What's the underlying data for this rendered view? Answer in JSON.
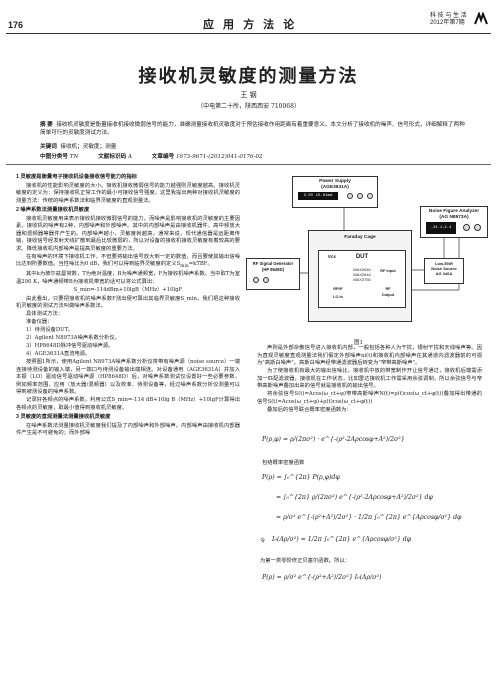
{
  "header": {
    "page_number": "176",
    "journal": "应 用 方 法 论",
    "issue_line1": "科 技 与 生 活",
    "issue_line2": "2012年第7期"
  },
  "title": "接收机灵敏度的测量方法",
  "author": "王  钢",
  "affiliation": "（中电第二十所，陕西西安  710068）",
  "abstract": {
    "label": "摘  要",
    "text": "接收机灵敏度是衡量接收机接收微弱信号的能力，准确测量接收机灵敏度对于预估接收作用距离有着重要意义。本文分析了接收机的噪声、信号形式，详细解释了两种简单可行的灵敏度测试方法。",
    "kw_label": "关键词",
    "keywords": "接收机；灵敏度；测量",
    "cls_label": "中图分类号",
    "cls": "TN",
    "doc_label": "文献标识码",
    "doc": "A",
    "id_label": "文章编号",
    "id": "1673-9671-(2012)041-0176-02"
  },
  "left": {
    "h1": "1  灵敏度是衡量电子接收机设备接收信号能力的指标",
    "p1": "接收机的性能影响灵敏度的大小。接收机接收微弱信号的能力越强则灵敏度越高。接收机灵敏度的定义为：保持接收机正常工作的最小可接收信号强度。这里我提出两种对接收机灵敏度的测量方法：传统的噪声系数法和临界灵敏度的直观测量法。",
    "h2": "2  噪声系数法测量接收机灵敏度",
    "p2": "接收机灵敏度用来表示接收机接收微弱信号的能力。而噪声是影响接收机的灵敏度的主要因素。接收机的噪声有2种，内部噪声和外部噪声。其中的内部噪声是由接收机器件、高中频放大器和混频器等器件产生的。内部噪声越小，灵敏度就越高。通常来说，现代通信器是远距离传输，接收信号经发射天线扩散到最后比较微弱的，所以对设备的接收机接收灵敏度有着较高的要求。降低接收机内部噪声是提高灵敏度的重要方法。",
    "p3": "在有噪声的环境下接收机工作，不但要将输出信号放大到一定的数值，而且要使其输出信噪比达到所要数值。当性噪比为0 dB，我们可以得到临界灵敏度的定义S",
    "p3b": "=kTBF。",
    "p4": "其中k为玻尔兹曼常数，T为绝对温度，B为噪声通频宽，F为接收机噪声系数。当中取T为室温290 K，噪声通频带B为接收机带宽的话可以将公式算出：",
    "eq1": "S_min=-114dBm+10lgB（MHz）+10lgF",
    "p5": "由此看出，只要把接收机的噪声系数F测出便可算出其临界灵敏度S_min。我们把这种接收机灵敏度的测试方法叫做噪声系数法。",
    "h3": "具体测试方法：",
    "sub": "准备仪器：",
    "i1": "1）待测设备DUT。",
    "i2": "2）Agilent N8973A噪声系数分析仪。",
    "i3": "3）HP8648D脉冲信号驱动噪声源。",
    "i4": "4）AGE3631A直流电源。",
    "p6": "按照图1所示，使用Agilent N8973A噪声系数分析仪将带有噪声源（noise source）一端连接待测设备的输入端，另一端口与待测设备输出端相连。对设备通电（AGE3631A）并加入本振（LO）驱动信号驱动噪声源（HP8648D）后，对噪声系数测试仪设置好一些必要参数，例如频率范围，应用（放大器/混频器）以及校准、待测设备等，经过噪声系数分析仪测量可以得到被测设备的噪声系数。",
    "p7": "记录好各频点的噪声系数，利用公式S_min=-114 dB+10lg B（MHz）+10lgF计算得出各频点的灵敏度，取最小值得到接收机灵敏度。",
    "h4": "3  灵敏度的直观测量法测量接收机灵敏度",
    "p8": "在噪声系数法测量接收机灵敏度我们提及了内部噪声和外部噪声。内部噪声由接收机内部器件产生是不可避免的；而外部噪"
  },
  "figure": {
    "caption": "图1",
    "power_supply": "Power Supply\n(AGE3631A)",
    "ps_screen": "3.0V  15.01mA",
    "nfa": "Noise Figure Analyzer\n(AG N8973A)",
    "rf_gen": "RF Signal Generator\n(HP 8648D)",
    "faraday": "Faraday Cage",
    "vcc": "Vcc",
    "dut": "DUT",
    "rf_input": "RF Input",
    "lna": "Low-ENR\nNoise Source\nAG 346A",
    "chips": "MAX2640\nMAX2644\nMAX2750",
    "rf_if": "RF/IF",
    "lo_in": "LO In",
    "rf_output": "RF\nOutput",
    "nfa_screen": "-24.1-2.4"
  },
  "right": {
    "p1": "声则是外部杂散信号进入接收机内部，一般包括各种人为干扰，银射干扰和天线噪声等。因为直观灵敏度直观测量法我们假定外部噪声ni(t)和接收机内部噪声在其通道内滤波器前的可视为\"高斯白噪声\"。高斯白噪声经带通滤波器后转变为\"窄带高斯噪声\"。",
    "p2": "为了使接收机有最大的输出信噪比，接收机中放的带宽制作开让信号通过，接收机后端需添加一匹配滤波器，接收机在工作状态，比如雷达接收机工作需采用余弦调制，所以余弦信号与窄带高斯噪声叠加出来的信号就是接收机的输出信号。",
    "p3": "将余弦信号S(t)=Acos(ω_ct+φ)窄带高斯噪声N(t)=ρ(t)cos(ω_ct+φ(t))叠加得出带通的信号S(t)=Acos(ω_ct+φ)+ρ(t)cos(ω_ct+φ(t))",
    "p4": "叠加后的信号联合概率密度函数为：",
    "f1": "P(ρ,φ) = ρ/(2πσ²) · e^{-(ρ²-2Aρcosφ+A²)/2σ²}",
    "p5": "包络概率密度函数",
    "f2": "P(ρ) = ∫₀^{2π} P(ρ,φ)dφ",
    "f3": "= ∫₀^{2π} ρ/(2πσ²) e^{-(ρ²-2Aρcosφ+A²)/2σ²} dφ",
    "f4": "= ρ/σ² e^{-(ρ²+A²)/2σ²} · 1/2π ∫₀^{2π} e^{Aρcosφ/σ²} dφ",
    "p6a": "令",
    "f5": "I₀(Aρ/σ²) = 1/2π ∫₀^{2π} e^{Aρcosφ/σ²} dφ",
    "p6b": "为第一类零阶修正贝塞尔函数。所以：",
    "f6": "P(ρ) = ρ/σ² e^{-(ρ²+A²)/2σ²} I₀(Aρ/σ²)"
  }
}
